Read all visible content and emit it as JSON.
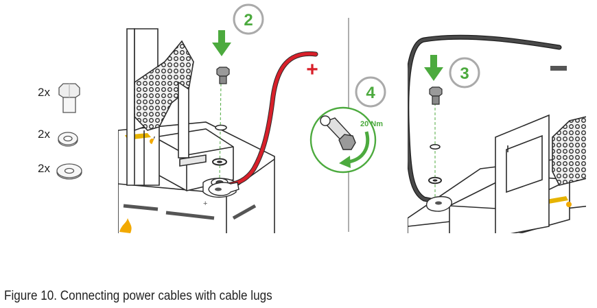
{
  "figure": {
    "caption": "Figure 10. Connecting power cables with cable lugs"
  },
  "parts_list": [
    {
      "quantity": "2x",
      "part": "bolt-icon"
    },
    {
      "quantity": "2x",
      "part": "lock-washer-icon"
    },
    {
      "quantity": "2x",
      "part": "flat-washer-icon"
    }
  ],
  "steps": {
    "step_2": "2",
    "step_3": "3",
    "step_4": "4"
  },
  "torque_label": "20 Nm",
  "polarity": {
    "positive": "+",
    "negative": "–"
  },
  "colors": {
    "step_green": "#4caa3e",
    "positive_cable": "#d8202a",
    "negative_cable": "#3a3a3a",
    "outline": "#2b2b2b",
    "divider": "#9a9a9a"
  }
}
